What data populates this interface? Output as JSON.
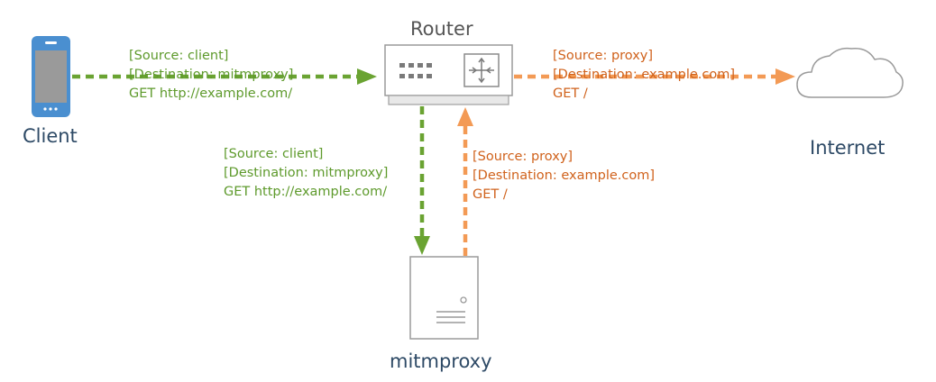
{
  "nodes": {
    "client": "Client",
    "router": "Router",
    "internet": "Internet",
    "mitmproxy": "mitmproxy"
  },
  "messages": {
    "client_to_router": [
      "[Source: client]",
      "[Destination: mitmproxy]",
      "GET http://example.com/"
    ],
    "router_to_mitmproxy": [
      "[Source: client]",
      "[Destination: mitmproxy]",
      "GET http://example.com/"
    ],
    "mitmproxy_to_router": [
      "[Source: proxy]",
      "[Destination: example.com]",
      "GET /"
    ],
    "router_to_internet": [
      "[Source: proxy]",
      "[Destination: example.com]",
      "GET /"
    ]
  },
  "colors": {
    "request": "#6aa332",
    "proxied": "#f39a55",
    "request_text": "#5e9a2c",
    "proxied_text": "#d0621c",
    "phone": "#4a8fd0"
  }
}
